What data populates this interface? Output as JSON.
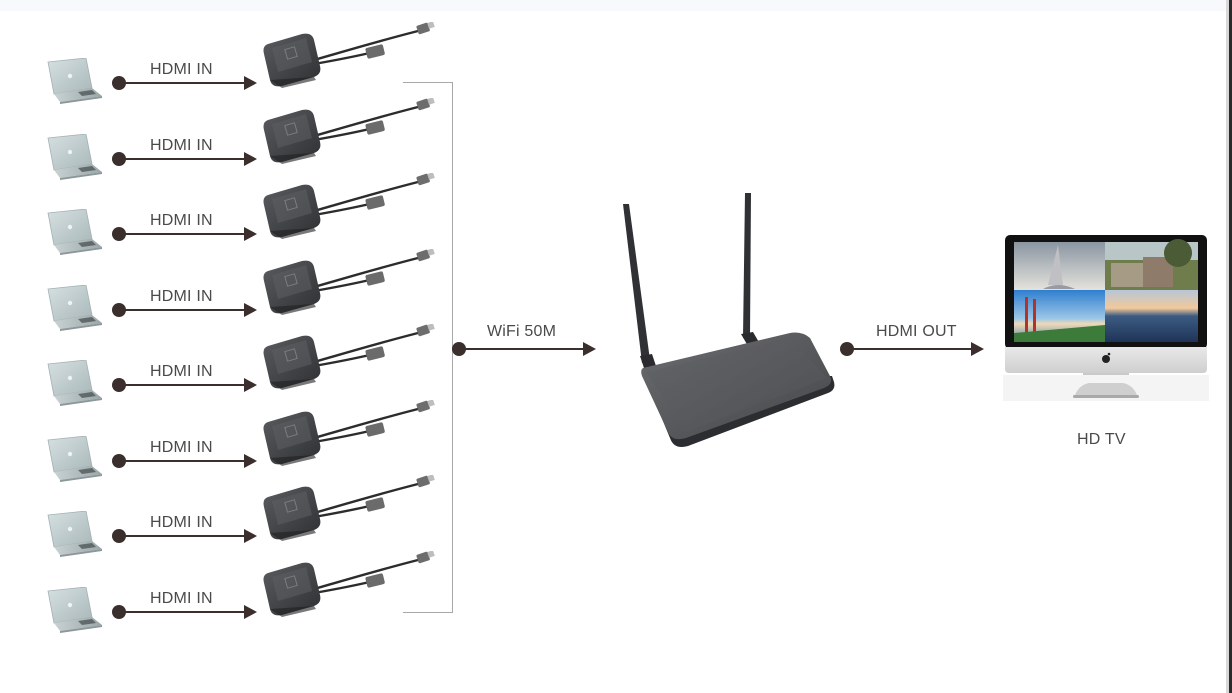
{
  "diagram": {
    "sources": [
      {
        "device": "laptop",
        "link_label": "HDMI IN",
        "transmitter": "wireless-hdmi-dongle"
      },
      {
        "device": "laptop",
        "link_label": "HDMI IN",
        "transmitter": "wireless-hdmi-dongle"
      },
      {
        "device": "laptop",
        "link_label": "HDMI IN",
        "transmitter": "wireless-hdmi-dongle"
      },
      {
        "device": "laptop",
        "link_label": "HDMI IN",
        "transmitter": "wireless-hdmi-dongle"
      },
      {
        "device": "laptop",
        "link_label": "HDMI IN",
        "transmitter": "wireless-hdmi-dongle"
      },
      {
        "device": "laptop",
        "link_label": "HDMI IN",
        "transmitter": "wireless-hdmi-dongle"
      },
      {
        "device": "laptop",
        "link_label": "HDMI IN",
        "transmitter": "wireless-hdmi-dongle"
      },
      {
        "device": "laptop",
        "link_label": "HDMI IN",
        "transmitter": "wireless-hdmi-dongle"
      }
    ],
    "wireless_link": {
      "label": "WiFi 50M"
    },
    "receiver": {
      "device": "dual-antenna-wifi-receiver"
    },
    "output_link": {
      "label": "HDMI OUT"
    },
    "display": {
      "device": "monitor",
      "label": "HD TV",
      "screen_quadrants": 4
    }
  },
  "colors": {
    "arrow": "#3a2f2d",
    "label_text": "#4a4a4a",
    "bracket": "#a8a8a8",
    "device_dark": "#3d3f42",
    "laptop_silver": "#b9c7c9"
  }
}
